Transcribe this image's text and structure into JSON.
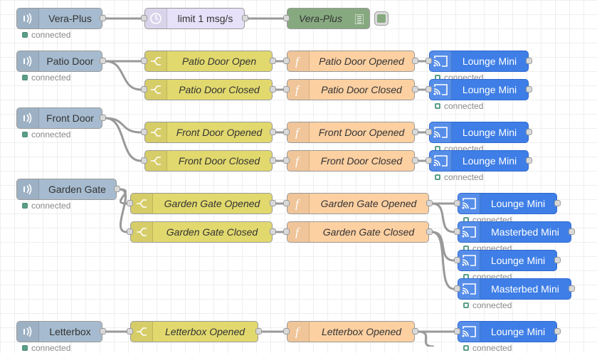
{
  "colors": {
    "mqtt": "#a6bbcf",
    "delay": "#e6e0f8",
    "debug": "#87a980",
    "switch": "#e2d96e",
    "function": "#fdd0a2",
    "cast": "#3e7ee6",
    "status": "#5a9f85",
    "wire": "#999999"
  },
  "flows": {
    "vera": {
      "mqtt": {
        "label": "Vera-Plus",
        "status": "connected",
        "icon": "wifi-icon"
      },
      "delay": {
        "label": "limit 1 msg/s",
        "icon": "timer-icon"
      },
      "debug": {
        "label": "Vera-Plus",
        "icon": "debug-lines-icon"
      }
    },
    "patio": {
      "mqtt": {
        "label": "Patio Door",
        "status": "connected"
      },
      "switch_open": {
        "label": "Patio Door Open"
      },
      "switch_closed": {
        "label": "Patio Door Closed"
      },
      "func_open": {
        "label": "Patio Door Opened"
      },
      "func_closed": {
        "label": "Patio Door Closed"
      },
      "cast_open": {
        "label": "Lounge Mini",
        "status": "connected"
      },
      "cast_closed": {
        "label": "Lounge Mini",
        "status": "connected"
      }
    },
    "front": {
      "mqtt": {
        "label": "Front Door",
        "status": "connected"
      },
      "switch_open": {
        "label": "Front Door Opened"
      },
      "switch_closed": {
        "label": "Front Door Closed"
      },
      "func_open": {
        "label": "Front Door Opened"
      },
      "func_closed": {
        "label": "Front Door Closed"
      },
      "cast_open": {
        "label": "Lounge Mini",
        "status": "connected"
      },
      "cast_closed": {
        "label": "Lounge Mini",
        "status": "connected"
      }
    },
    "garden": {
      "mqtt": {
        "label": "Garden Gate",
        "status": "connected"
      },
      "switch_open": {
        "label": "Garden Gate Opened"
      },
      "switch_closed": {
        "label": "Garden Gate Closed"
      },
      "func_open": {
        "label": "Garden Gate Opened"
      },
      "func_closed": {
        "label": "Garden Gate Closed"
      },
      "cast_open_lounge": {
        "label": "Lounge Mini",
        "status": "connected"
      },
      "cast_open_master": {
        "label": "Masterbed Mini",
        "status": "connected"
      },
      "cast_closed_lounge": {
        "label": "Lounge Mini",
        "status": "connected"
      },
      "cast_closed_master": {
        "label": "Masterbed Mini",
        "status": "connected"
      }
    },
    "letterbox": {
      "mqtt": {
        "label": "Letterbox",
        "status": "connected"
      },
      "switch_open": {
        "label": "Letterbox Opened"
      },
      "func_open": {
        "label": "Letterbox Opened"
      },
      "cast_open": {
        "label": "Lounge Mini",
        "status": "connected"
      }
    }
  }
}
